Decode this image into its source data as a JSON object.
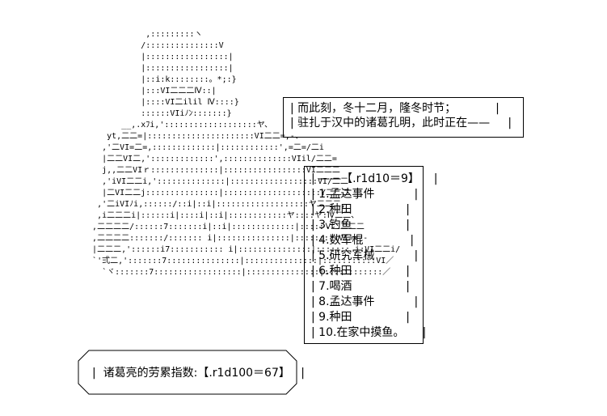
{
  "ascii_art": "              ,:::::::::ヽ\n             /:::::::::::::::V\n             |:::::::::::::::::|\n             |:::::::::::::::::|\n             |::i:k::::::::。*;:}\n             |:::VI二二二Ⅳ::|\n             |::::VI二ilil Ⅳ::::}\n             ::::::VIiﾉﾝ:::::::}\n         __,.xﾌi,':::::::::::::::::::ヤ、\n      yt,二二=|::::::::::::::::::::::VI二二=,-、\n     ,'二VI=二=,:::::::::::::|::::::::::::',=二=/二i\n     |二二VI二,':::::::::::::',::::::::::::::VIil/二二=\n     j,,二二VIｒ::::::::::::::|:::::::::::::::::VI二二二\n     ,'iVI二二i,'::::::::::::::|::::::::::::::::::VI/二二\n     |二VI二二j:::::::::::::::|::::::::::::::::::::Y二二二\n    ,'二iVIﾉi,::::::/::i|::i|:::::::::::::::::::ヤ二二二,\n    ,i二二二i|::::::i|::::i|::i|::::::::::::ヤ::::ヤ:Ⅳ二二、\n   ,二二二二/::::::7:::::::i|::i|:::::::::::::|:::::Ｖ二二二二\n   ,二二二二:::::::/::::::: i|:::::::::::::::|:::::::::VI==--\n   |二二二,'::::::i7::::::::::: i|:::::::::::::::|::::::: i:VI二二i/\n   `'弍二,':::::::7:::::::::::::::|:::::::::::::::|:::::::::::VI／\n     `ヾ:::::::7::::::::::::::::::|:::::::::::::::|::::::::::::／",
  "narration": {
    "line1": "| 而此刻，冬十二月，隆冬时节；           |",
    "line2": "| 驻扎于汉中的诸葛孔明，此时正在——     |"
  },
  "roll_box": {
    "header": "| ——【.r1d10＝9】    |",
    "items": [
      "| 1.孟达事件           |",
      "| 2.种田               |",
      "| 3.钓鱼               |",
      "| 4.数军棍             |",
      "| 5.研究军械           |",
      "| 6.种田               |",
      "| 7.喝酒               |",
      "| 8.孟达事件           |",
      "| 9.种田               |",
      "| 10.在家中摸鱼。     |"
    ]
  },
  "fatigue": {
    "text": "|  诸葛亮的劳累指数:【.r1d100＝67】   |"
  }
}
